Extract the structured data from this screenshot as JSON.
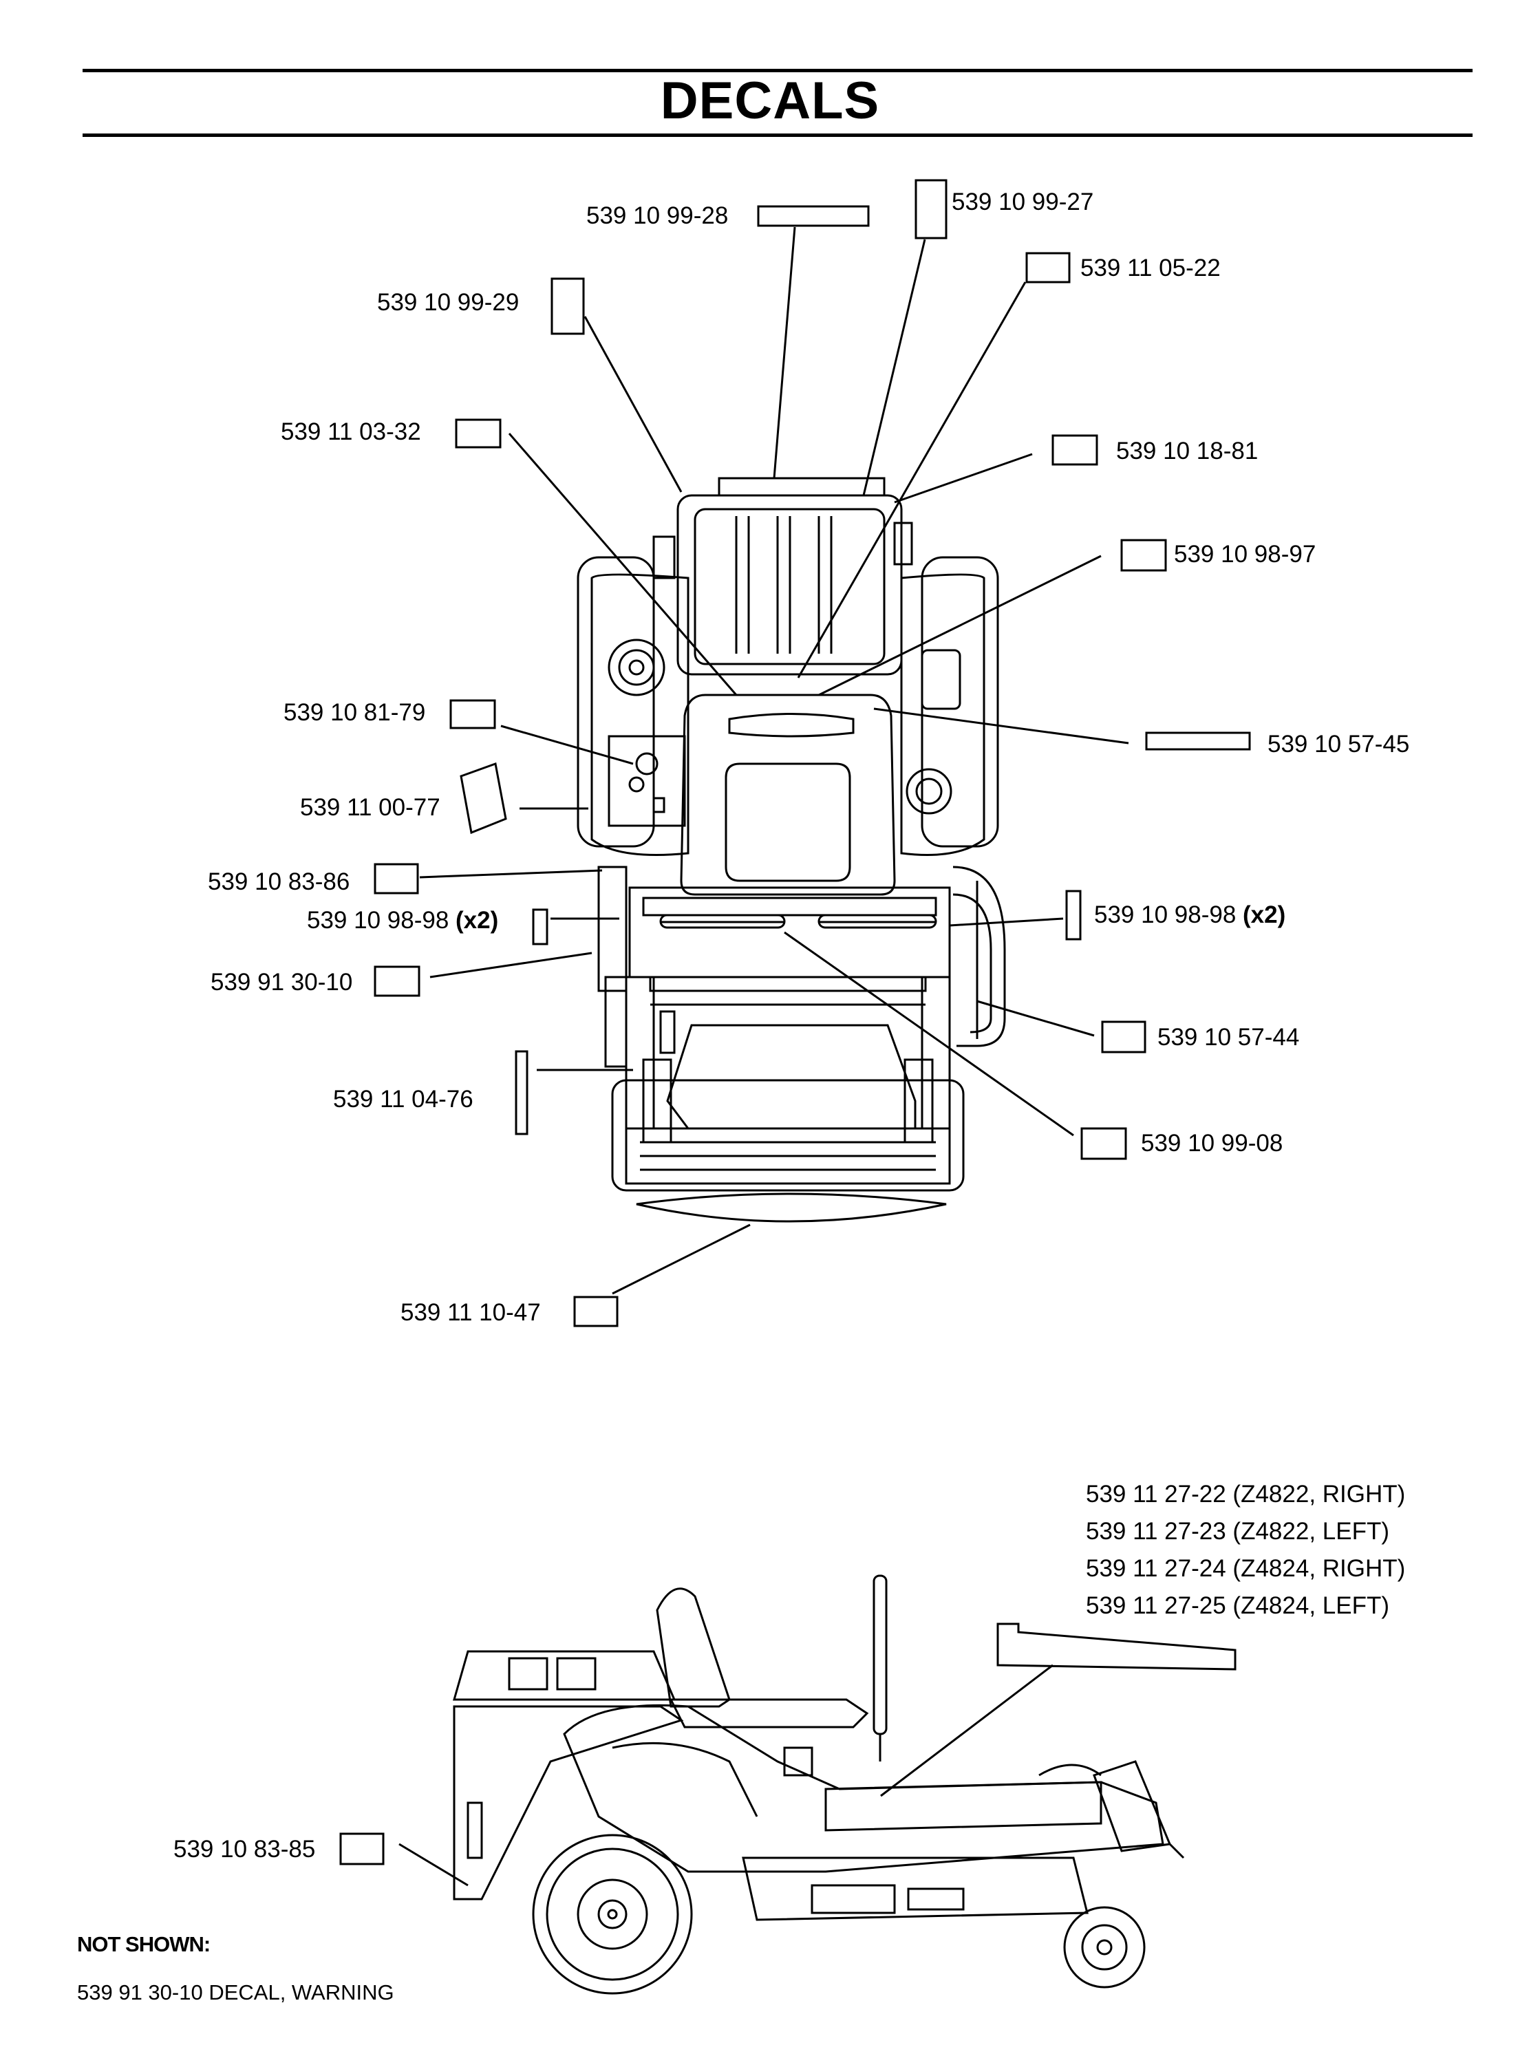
{
  "title": "DECALS",
  "callouts": [
    {
      "id": "c1",
      "text": "539  10  99-28",
      "suffix": ""
    },
    {
      "id": "c2",
      "text": "539  10  99-27",
      "suffix": ""
    },
    {
      "id": "c3",
      "text": "539  11  05-22",
      "suffix": ""
    },
    {
      "id": "c4",
      "text": "539  10  99-29",
      "suffix": ""
    },
    {
      "id": "c5",
      "text": "539  11  03-32",
      "suffix": ""
    },
    {
      "id": "c6",
      "text": "539  10  18-81",
      "suffix": ""
    },
    {
      "id": "c7",
      "text": "539  10  98-97",
      "suffix": ""
    },
    {
      "id": "c8",
      "text": "539  10  81-79",
      "suffix": ""
    },
    {
      "id": "c9",
      "text": "539  10  57-45",
      "suffix": ""
    },
    {
      "id": "c10",
      "text": "539  11  00-77",
      "suffix": ""
    },
    {
      "id": "c11",
      "text": "539  10  83-86",
      "suffix": ""
    },
    {
      "id": "c12",
      "text": "539  10  98-98 ",
      "suffix": "(x2)"
    },
    {
      "id": "c13",
      "text": "539  10  98-98 ",
      "suffix": "(x2)"
    },
    {
      "id": "c14",
      "text": "539  91  30-10",
      "suffix": ""
    },
    {
      "id": "c15",
      "text": "539  10  57-44",
      "suffix": ""
    },
    {
      "id": "c16",
      "text": "539  11  04-76",
      "suffix": ""
    },
    {
      "id": "c17",
      "text": "539  10  99-08",
      "suffix": ""
    },
    {
      "id": "c18",
      "text": "539  11  10-47",
      "suffix": ""
    },
    {
      "id": "c19",
      "text": "539  10  83-85",
      "suffix": ""
    }
  ],
  "side_view_labels": [
    "539  11  27-22  (Z4822,  RIGHT)",
    "539  11  27-23  (Z4822,  LEFT)",
    "539  11  27-24  (Z4824,  RIGHT)",
    "539  11  27-25  (Z4824,  LEFT)"
  ],
  "not_shown": {
    "title": "NOT SHOWN:",
    "items": [
      "539 91 30-10 DECAL, WARNING"
    ]
  }
}
